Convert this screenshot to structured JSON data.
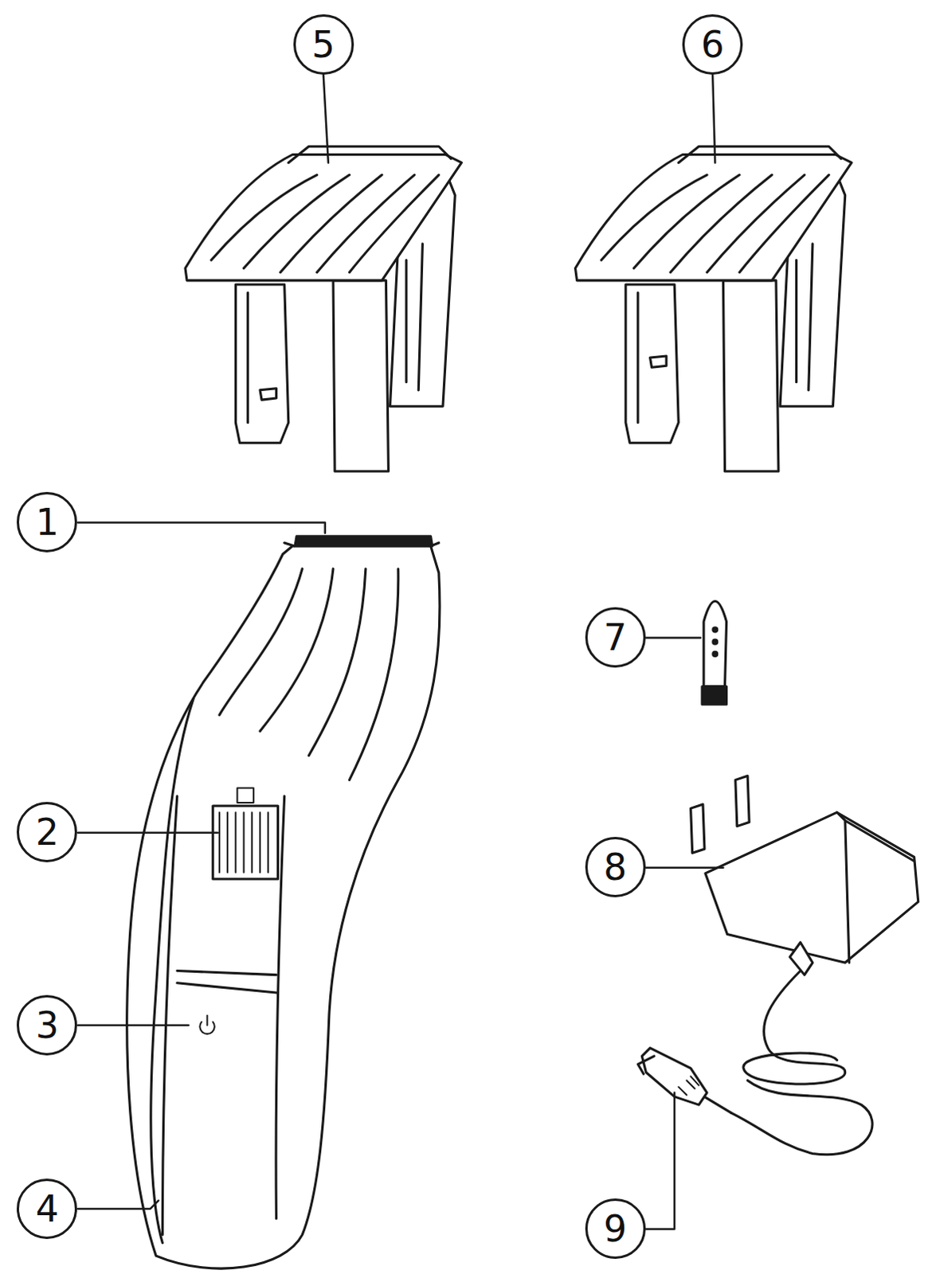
{
  "diagram": {
    "nodes": [
      {
        "text": [
          "5"
        ]
      },
      {
        "text": [
          "6"
        ]
      },
      {
        "text": [
          "1"
        ]
      },
      {
        "text": [
          "7"
        ]
      },
      {
        "text": [
          "2"
        ]
      },
      {
        "text": [
          "8"
        ]
      },
      {
        "text": [
          "3"
        ]
      },
      {
        "text": [
          "4"
        ]
      },
      {
        "text": [
          "9"
        ]
      }
    ]
  }
}
